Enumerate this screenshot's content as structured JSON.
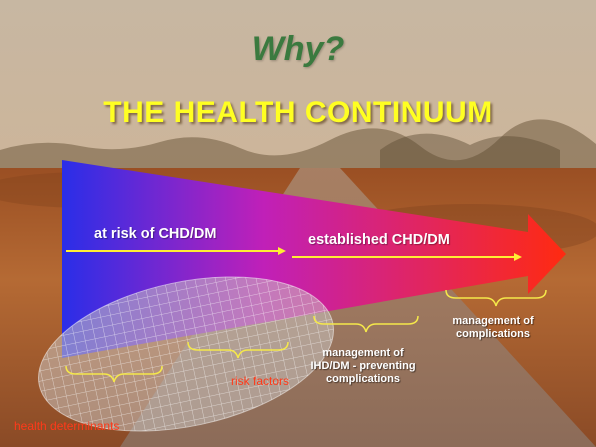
{
  "slide": {
    "title": "Why?",
    "heading": "THE HEALTH CONTINUUM",
    "arrow_labels": {
      "at_risk": "at risk of CHD/DM",
      "established": "established CHD/DM"
    },
    "stage_labels": {
      "health_determinants": "health determinants",
      "risk_factors": "risk factors",
      "management_ihd": "management of IHD/DM - preventing complications",
      "management_complications": "management of complications"
    },
    "colors": {
      "title_green": "#3b7a3f",
      "heading_yellow": "#ffff22",
      "arrow_start": "#2a2ee8",
      "arrow_mid": "#c020b8",
      "arrow_end": "#ff2a10",
      "brace_yellow": "#f5e84a",
      "label_red": "#ff3a1a"
    },
    "icons": {
      "arrow": "continuum-arrow-icon",
      "overlay": "determinants-ellipse"
    }
  }
}
